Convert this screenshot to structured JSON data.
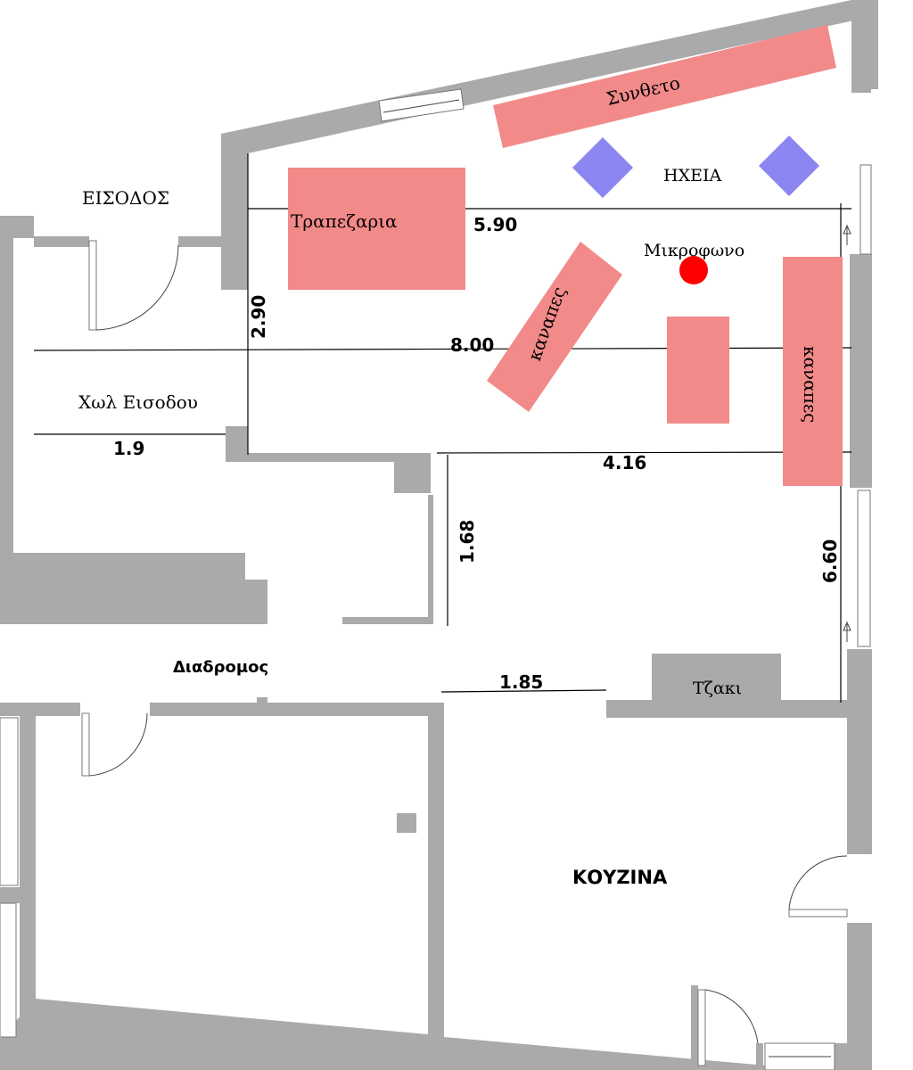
{
  "rooms": {
    "entrance": "ΕΙΣΟΔΟΣ",
    "dining": "Τραπεζαρια",
    "entrance_hall": "Χωλ Εισοδου",
    "corridor": "Διαδρομος",
    "kitchen": "ΚΟΥΖΙΝΑ",
    "fireplace": "Τζακι"
  },
  "furniture": {
    "stereo": "Συνθετο",
    "speakers": "ΗΧΕΙΑ",
    "microphone": "Μικροφωνο",
    "sofa_diagonal": "καναπες",
    "sofa_right": "καναπες"
  },
  "dimensions": {
    "d590": "5.90",
    "d290": "2.90",
    "d800": "8.00",
    "d19": "1.9",
    "d416": "4.16",
    "d168": "1.68",
    "d660": "6.60",
    "d185": "1.85"
  },
  "colors": {
    "furniture": "#f28a8a",
    "speaker": "#8c86f2",
    "microphone": "#ff0000",
    "wall": "#aaaaaa"
  }
}
